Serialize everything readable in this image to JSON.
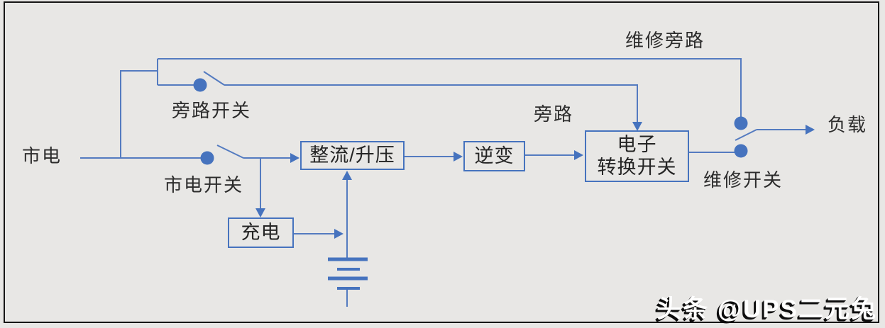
{
  "diagram": {
    "labels": {
      "mains": "市电",
      "bypass_switch": "旁路开关",
      "mains_switch": "市电开关",
      "maintenance_bypass": "维修旁路",
      "bypass": "旁路",
      "maintenance_switch": "维修开关",
      "load": "负载"
    },
    "blocks": {
      "rectifier": "整流/升压",
      "inverter": "逆变",
      "transfer_switch_line1": "电子",
      "transfer_switch_line2": "转换开关",
      "charger": "充电"
    },
    "icons": {
      "battery": "battery-icon",
      "switch_contacts": "switch-contact-dots"
    },
    "colors": {
      "wire_blue": "#547bc0",
      "node_blue": "#4673be",
      "text": "#2c2c2c",
      "background": "#e8e7e5",
      "frame": "#161616"
    }
  },
  "watermark": {
    "text": "头条 @UPS二元兔",
    "fill": "#ffffff",
    "shadow": "#0d0d0d"
  }
}
